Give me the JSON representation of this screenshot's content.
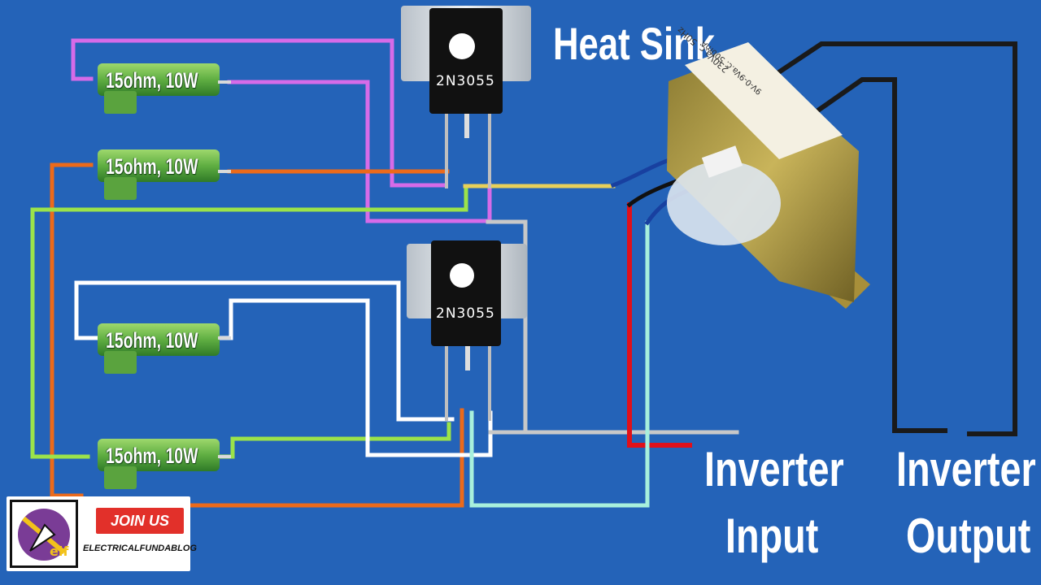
{
  "heat_sink_label": "Heat Sink",
  "transistors": [
    {
      "part": "2N3055"
    },
    {
      "part": "2N3055"
    }
  ],
  "resistors": [
    {
      "label": "15ohm, 10W"
    },
    {
      "label": "15ohm, 10W"
    },
    {
      "label": "15ohm, 10W"
    },
    {
      "label": "15ohm, 10W"
    }
  ],
  "transformer": {
    "line1": "230Va.c. 50Hz",
    "line2": "9V-0-9Va.c. 500mA"
  },
  "inverter_input": {
    "line1": "Inverter",
    "line2": "Input"
  },
  "inverter_output": {
    "line1": "Inverter",
    "line2": "Output"
  },
  "brand": {
    "logo_text": "elf",
    "join_label": "JOIN US",
    "blog_name": "ELECTRICALFUNDABLOG"
  },
  "colors": {
    "background": "#2463b8",
    "magenta_wire": "#d66be8",
    "orange_wire": "#ec6a1a",
    "green_wire": "#9be34a",
    "white_wire": "#ffffff",
    "gray_wire": "#c8c8c8",
    "yellow_wire": "#e8d05a",
    "red_wire": "#e0101a",
    "aqua_wire": "#a8f0dc",
    "black_wire": "#1a1a1a",
    "resistor": "#6cb84a"
  }
}
